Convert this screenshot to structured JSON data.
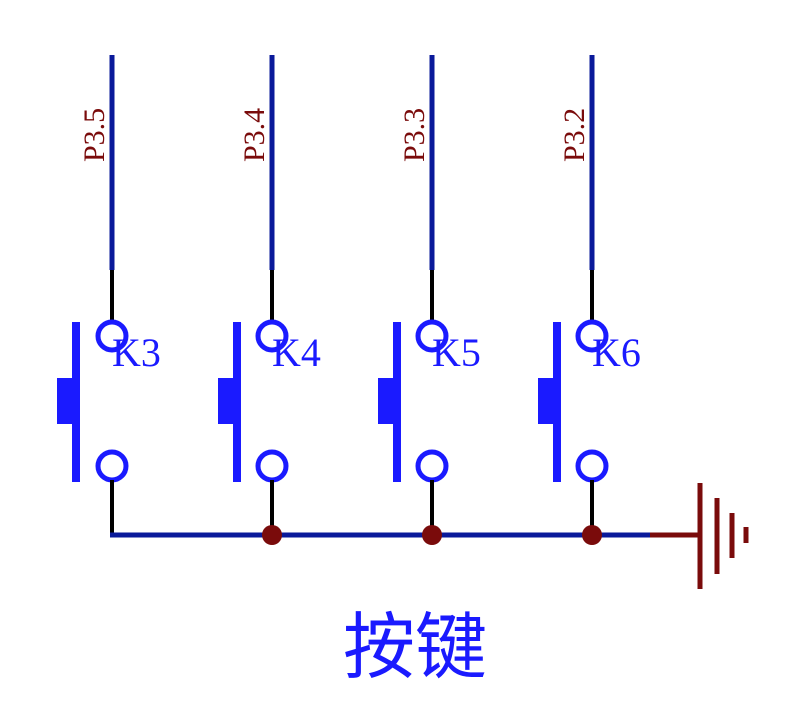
{
  "diagram": {
    "caption": "按键",
    "switches": [
      {
        "ref": "K3",
        "net": "P3.5"
      },
      {
        "ref": "K4",
        "net": "P3.4"
      },
      {
        "ref": "K5",
        "net": "P3.3"
      },
      {
        "ref": "K6",
        "net": "P3.2"
      }
    ],
    "colors": {
      "wire": "#0a1a9a",
      "component": "#1a1aff",
      "net_label": "#7a0b0b",
      "ground": "#7a0b0b",
      "lead": "#000000"
    }
  }
}
